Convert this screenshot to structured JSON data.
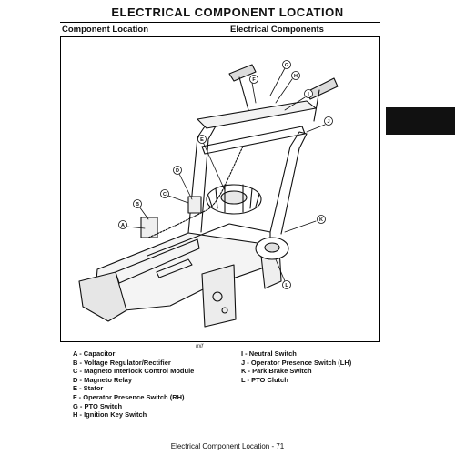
{
  "header": {
    "title": "ELECTRICAL   COMPONENT LOCATION",
    "left_subtitle": "Component Location",
    "right_subtitle": "Electrical Components"
  },
  "figure": {
    "code": "mif",
    "callouts": [
      "A",
      "B",
      "C",
      "D",
      "E",
      "F",
      "G",
      "H",
      "I",
      "J",
      "K",
      "L"
    ]
  },
  "legend": {
    "left": [
      "A - Capacitor",
      "B - Voltage Regulator/Rectifier",
      "C - Magneto Interlock Control Module",
      "D - Magneto Relay",
      "E - Stator",
      "F - Operator Presence Switch (RH)",
      "G - PTO Switch",
      "H - Ignition Key Switch"
    ],
    "right": [
      "I - Neutral Switch",
      "J - Operator Presence Switch (LH)",
      "K - Park Brake Switch",
      "L - PTO Clutch"
    ]
  },
  "footer": {
    "text": "Electrical   Component Location - 71"
  },
  "colors": {
    "ink": "#111111",
    "tab": "#111111"
  }
}
